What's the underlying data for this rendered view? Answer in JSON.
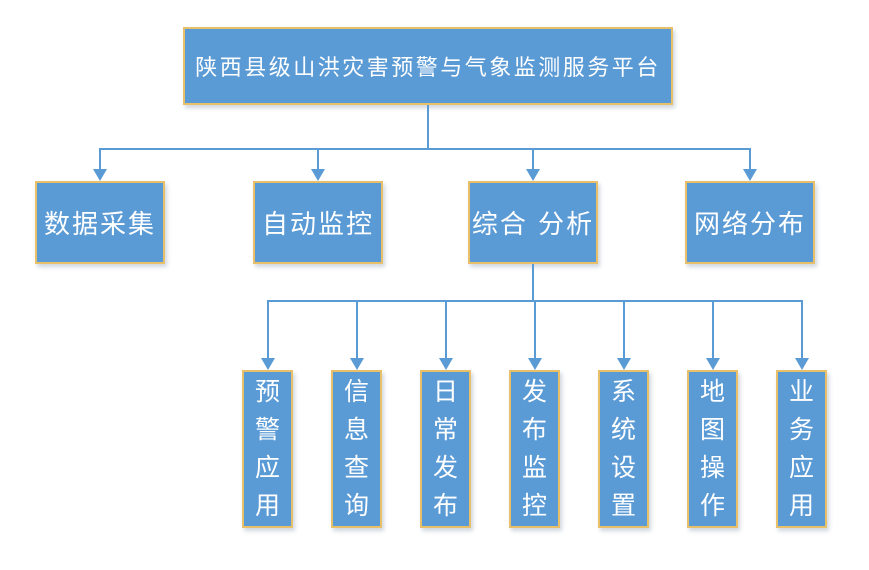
{
  "diagram": {
    "title": "陕西县级山洪灾害预警与气象监测服务平台",
    "root": {
      "label": "陕西县级山洪灾害预警与气象监测服务平台"
    },
    "level2": [
      {
        "label": "数据采集"
      },
      {
        "label": "自动监控"
      },
      {
        "label": "综合 分析"
      },
      {
        "label": "网络分布"
      }
    ],
    "level3": [
      {
        "label": "预警应用"
      },
      {
        "label": "信息查询"
      },
      {
        "label": "日常发布"
      },
      {
        "label": "发布监控"
      },
      {
        "label": "系统设置"
      },
      {
        "label": "地图操作"
      },
      {
        "label": "业务应用"
      }
    ],
    "colors": {
      "box_fill": "#5B9BD5",
      "box_border": "#E9C06A",
      "connector": "#5B9BD5",
      "text": "#FFFFFF",
      "background": "#FFFFFF"
    }
  }
}
